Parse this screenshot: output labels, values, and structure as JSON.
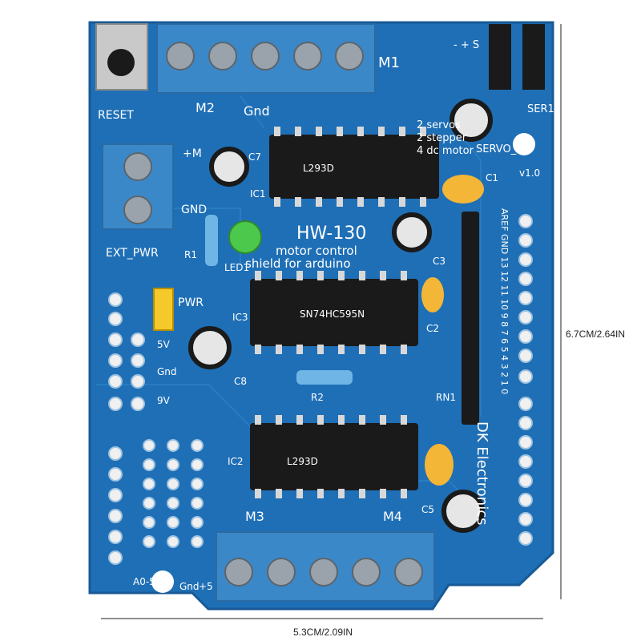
{
  "board": {
    "model": "HW-130",
    "subtitle_line1": "motor control",
    "subtitle_line2": "shield for arduino",
    "brand": "DK Electronics",
    "version": "v1.0",
    "reset": "RESET",
    "ext_pwr": "EXT_PWR",
    "plus_m": "+M",
    "gnd": "GND",
    "gnd_small": "Gnd",
    "pwr": "PWR",
    "m1": "M1",
    "m2": "M2",
    "m3": "M3",
    "m4": "M4",
    "ser1": "SER1",
    "servo2": "SERVO_2",
    "servo_info": [
      "2 servos",
      "2 stepper",
      "4 dc motor"
    ],
    "servo_pins": "- + S",
    "ic1": "IC1",
    "ic2": "IC2",
    "ic3": "IC3",
    "c1": "C1",
    "c2": "C2",
    "c3": "C3",
    "c5": "C5",
    "c7": "C7",
    "c8": "C8",
    "r1": "R1",
    "r2": "R2",
    "rn1": "RN1",
    "led1": "LED1",
    "chip_top_label": "L293D",
    "chip_mid_label": "SN74HC595N",
    "power_labels": [
      "5V",
      "Gnd",
      "9V"
    ],
    "a_labels": [
      "A0-5",
      "Gnd",
      "+5"
    ],
    "pin_labels": "AREF GND 13 12 11 10 9 8 7 6 5 4 3 2 1 0"
  },
  "dimensions": {
    "width": "5.3CM/2.09IN",
    "height": "6.7CM/2.64IN"
  },
  "colors": {
    "pcb": "#1f6fb6",
    "pcb_dark": "#15528a",
    "terminal": "#3b88c9",
    "chip": "#1a1a1a",
    "silkscreen": "#ffffff"
  }
}
